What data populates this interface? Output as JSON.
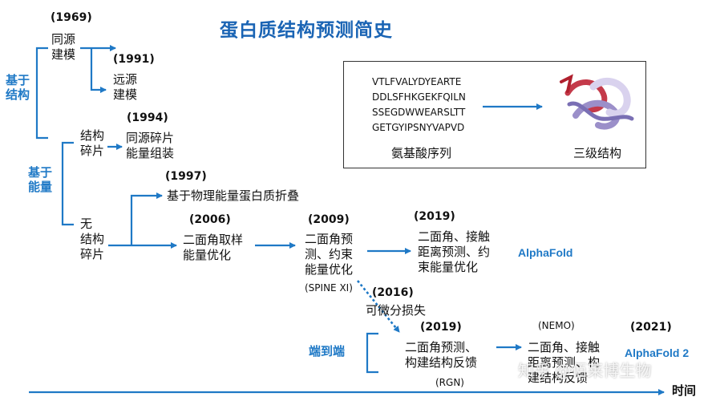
{
  "title": "蛋白质结构预测简史",
  "categories": {
    "structure": "基于\n结构",
    "energy": "基于\n能量",
    "end_to_end": "端到端"
  },
  "nodes": {
    "homology": {
      "year": "(1969)",
      "text": "同源\n建模"
    },
    "remote": {
      "year": "(1991)",
      "text": "远源\n建模"
    },
    "fragments": {
      "text": "结构\n碎片"
    },
    "homo_frag": {
      "year": "(1994)",
      "text": "同源碎片\n能量组装"
    },
    "physics": {
      "year": "(1997)",
      "text": "基于物理能量蛋白质折叠"
    },
    "no_frag": {
      "text": "无\n结构\n碎片"
    },
    "dihedral_sampling": {
      "year": "(2006)",
      "text": "二面角取样\n能量优化"
    },
    "spine": {
      "year": "(2009)",
      "text": "二面角预\n测、约束\n能量优化",
      "note": "(SPINE XI)"
    },
    "alphafold1": {
      "year": "(2019)",
      "text": "二面角、接触\n距离预测、约\n束能量优化",
      "label": "AlphaFold"
    },
    "diff_loss": {
      "year": "(2016)",
      "text": "可微分损失"
    },
    "rgn": {
      "year": "(2019)",
      "text": "二面角预测、\n构建结构反馈",
      "note": "(RGN)"
    },
    "nemo": {
      "note": "(NEMO)",
      "text": "二面角、接触\n距离预测、构\n建结构反馈"
    },
    "alphafold2": {
      "year": "(2021)",
      "label": "AlphaFold 2"
    }
  },
  "panel": {
    "sequence": [
      "VTLFVALYDYEARTE",
      "DDLSFHKGEKFQILN",
      "SSEGDWWEARSLTT",
      "GETGYIPSNYVAPVD"
    ],
    "sequence_label": "氨基酸序列",
    "structure_label": "三级结构"
  },
  "time_axis": {
    "label": "时间"
  },
  "watermark": "知乎 @佰莱博生物",
  "colors": {
    "accent": "#1f79c6",
    "title": "#1a64b4",
    "line": "#1f79c6"
  }
}
